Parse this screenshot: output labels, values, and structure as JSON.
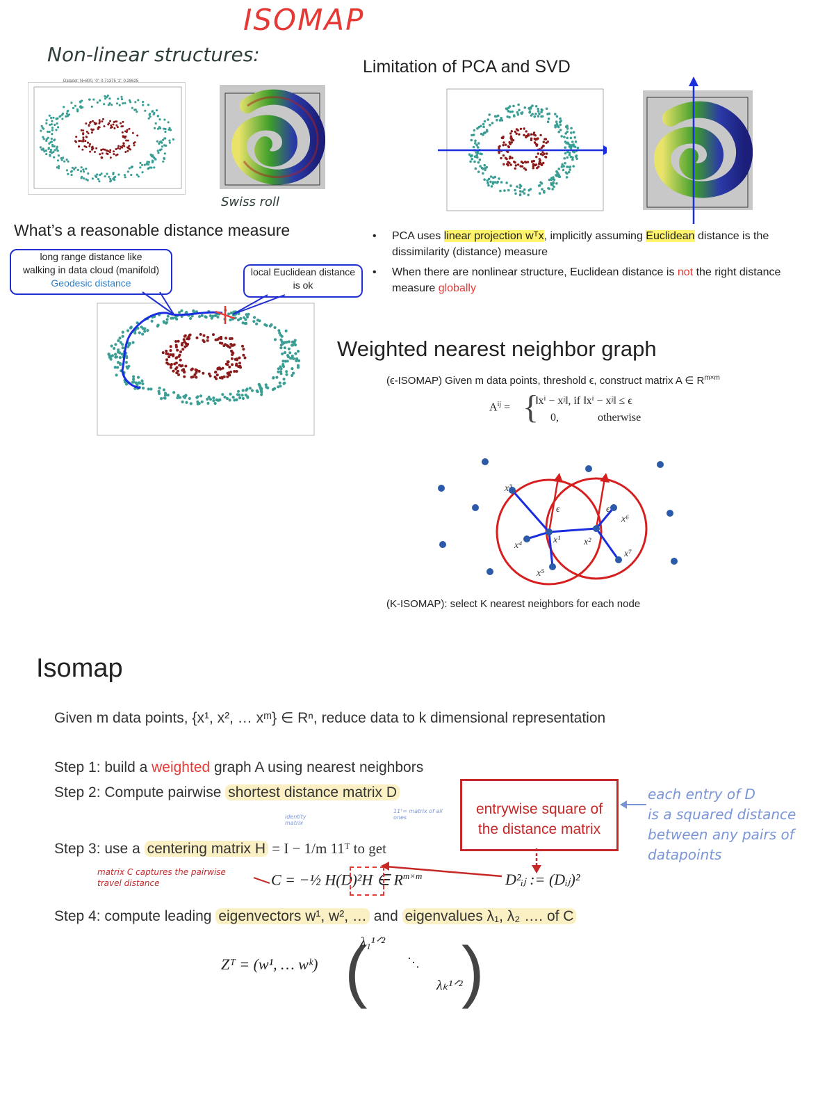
{
  "page": {
    "main_title": "ISOMAP",
    "nonlinear_heading": "Non-linear structures:",
    "swiss_roll_label": "Swiss roll",
    "dataset_caption": "Dataset: N=800, '0': 0.71375 '1': 0.28625"
  },
  "pca_slide": {
    "title": "Limitation of PCA and SVD",
    "bullet1": {
      "pre": "PCA uses ",
      "hl1": "linear projection wᵀx",
      "mid": ", implicitly assuming ",
      "hl2": "Euclidean",
      "post": " distance is the dissimilarity (distance) measure"
    },
    "bullet2": {
      "pre": "When there are nonlinear structure,  Euclidean distance is ",
      "not": "not",
      "mid": " the right distance measure ",
      "globally": "globally"
    }
  },
  "distance_slide": {
    "title": "What’s a reasonable distance measure",
    "callout_left_l1": "long range distance like",
    "callout_left_l2": "walking in data cloud (manifold)",
    "callout_left_l3": "Geodesic distance",
    "callout_right_l1": "local Euclidean distance",
    "callout_right_l2": "is ok"
  },
  "graph_slide": {
    "title": "Weighted nearest neighbor graph",
    "eps_desc": "(ϵ-ISOMAP) Given m data points, threshold ϵ, construct matrix A ∈ R",
    "eps_sup": "m×m",
    "formula_lhs": "A",
    "formula_sup": "ij",
    "formula_case1": "‖xⁱ − xʲ‖, if ‖xⁱ − xʲ‖ ≤ ϵ",
    "formula_case2_val": "0,",
    "formula_case2_cond": "otherwise",
    "k_desc": "(K-ISOMAP): select K nearest neighbors for each node",
    "node_labels": [
      "x³",
      "x⁴",
      "x¹",
      "x²",
      "x⁶",
      "x⁷",
      "x⁵",
      "ϵ",
      "ϵ"
    ]
  },
  "isomap_slide": {
    "title": "Isomap",
    "given": "Given m data points, {x¹, x², … xᵐ} ∈ Rⁿ, reduce data to k dimensional representation",
    "step1_pre": "Step 1: build a ",
    "step1_red": "weighted",
    "step1_post": " graph A using nearest neighbors",
    "step2_pre": "Step 2: Compute pairwise ",
    "step2_hl": "shortest distance matrix D",
    "step3_pre": "Step 3: use a ",
    "step3_hl": "centering matrix H",
    "step3_post": " = I − 1/m 11ᵀ to get",
    "c_formula": "C = −½ H(D)²H ∈ R",
    "c_sup": "m×m",
    "dsq_formula": "D²ᵢⱼ := (Dᵢⱼ)²",
    "step4_pre": "Step 4: compute leading ",
    "step4_hl1": "eigenvectors w¹, w², …",
    "step4_mid": " and ",
    "step4_hl2": "eigenvalues λ₁, λ₂ …. of C",
    "z_formula": "Zᵀ = (w¹, … wᵏ)",
    "lambda_1": "λ₁¹ᐟ²",
    "lambda_k": "λₖ¹ᐟ²",
    "dots": "⋱",
    "box_l1": "entrywise square of",
    "box_l2": "the distance matrix"
  },
  "annotations": {
    "blue_note_l1": "each entry of D",
    "blue_note_l2": "is a squared distance",
    "blue_note_l3": "between any pairs of",
    "blue_note_l4": "datapoints",
    "red_note_l1": "matrix C captures the pairwise",
    "red_note_l2": "travel distance",
    "identity_note": "identity matrix",
    "ones_note": "11ᵀ= matrix of all ones"
  },
  "colors": {
    "accent_red": "#e53935",
    "outer_ring": "#3a9e94",
    "inner_ring": "#8b1a1a",
    "arrow_blue": "#1a2ee0",
    "highlight_yellow": "#fff36b",
    "highlight_cream": "#fbf0c4"
  }
}
